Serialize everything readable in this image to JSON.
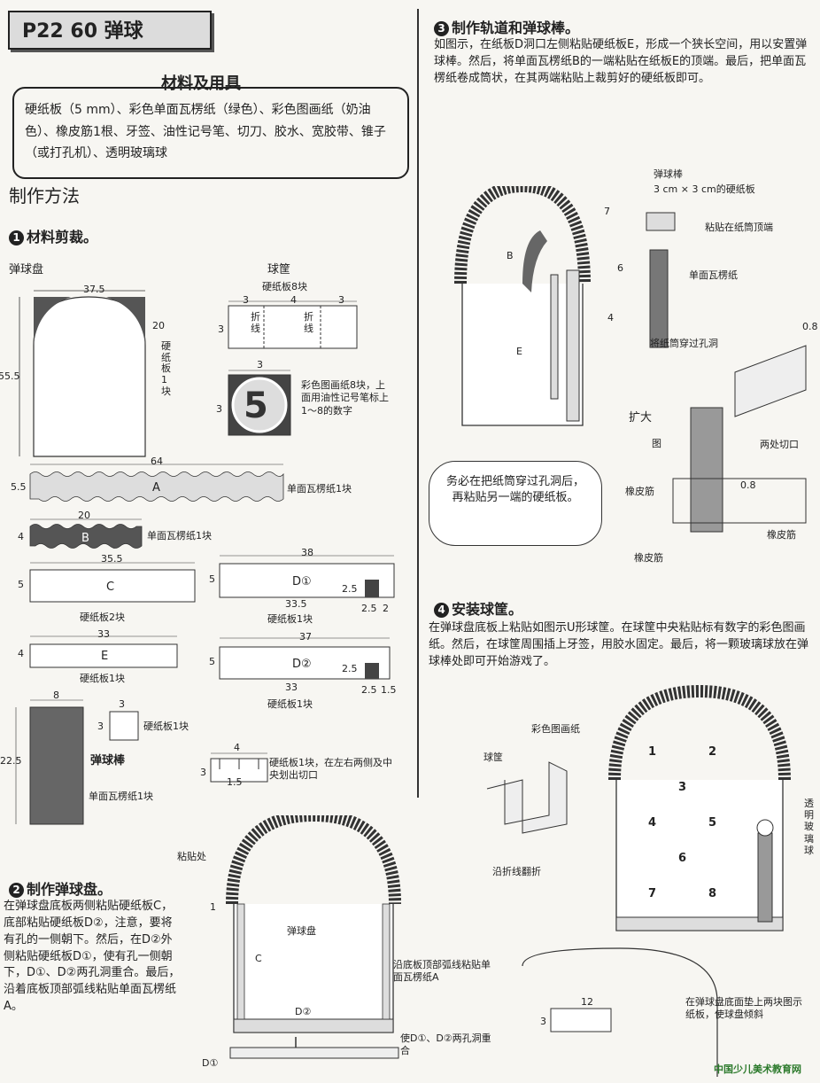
{
  "header": {
    "title": "P22 60 弹球"
  },
  "materials": {
    "heading": "材料及用具",
    "text": "硬纸板（5 mm）、彩色单面瓦楞纸（绿色）、彩色图画纸（奶油色）、橡皮筋1根、牙签、油性记号笔、切刀、胶水、宽胶带、锥子（或打孔机）、透明玻璃球"
  },
  "method_heading": "制作方法",
  "step1": {
    "num": "1",
    "title": "材料剪裁。",
    "board_label": "弹球盘",
    "board_w": "37.5",
    "board_corner": "20",
    "board_h": "55.5",
    "board_note": "硬纸板1块",
    "basket_label": "球筐",
    "basket_note": "硬纸板8块",
    "basket_dims": [
      "3",
      "4",
      "3"
    ],
    "basket_h": "3",
    "basket_fold": "折线",
    "tile_top": "3",
    "tile_side": "3",
    "tile_digit": "5",
    "tile_note": "彩色图画纸8块，上面用油性记号笔标上1～8的数字",
    "a_w": "64",
    "a_h": "5.5",
    "a_letter": "A",
    "a_note": "单面瓦楞纸1块",
    "b_w": "20",
    "b_h": "4",
    "b_letter": "B",
    "b_note": "单面瓦楞纸1块",
    "c_w": "35.5",
    "c_h": "5",
    "c_letter": "C",
    "c_note": "硬纸板2块",
    "d1_w": "38",
    "d1_h": "5",
    "d1_letter": "D①",
    "d1_bottom": "33.5",
    "d1_hole": "2.5",
    "d1_gap1": "2.5",
    "d1_gap2": "2",
    "d1_note": "硬纸板1块",
    "e_w": "33",
    "e_h": "4",
    "e_letter": "E",
    "e_note": "硬纸板1块",
    "d2_w": "37",
    "d2_h": "5",
    "d2_letter": "D②",
    "d2_bottom": "33",
    "d2_hole": "2.5",
    "d2_gap1": "2.5",
    "d2_gap2": "1.5",
    "d2_note": "硬纸板1块",
    "rod_w": "8",
    "rod_h": "22.5",
    "rod_label": "弹球棒",
    "rod_note": "单面瓦楞纸1块",
    "sq_top": "3",
    "sq_side": "3",
    "sq_note": "硬纸板1块",
    "notch_w": "4",
    "notch_h": "3",
    "notch_gap": "1.5",
    "notch_note": "硬纸板1块，在左右两侧及中央划出切口"
  },
  "step2": {
    "num": "2",
    "title": "制作弹球盘。",
    "text": "在弹球盘底板两侧粘贴硬纸板C，底部粘贴硬纸板D②，注意，要将有孔的一侧朝下。然后，在D②外侧粘贴硬纸板D①，使有孔一侧朝下，D①、D②两孔洞重合。最后，沿着底板顶部弧线粘贴单面瓦楞纸A。",
    "lbl_glue": "粘贴处",
    "lbl_1": "1",
    "lbl_board": "弹球盘",
    "lbl_c": "C",
    "lbl_d2": "D②",
    "lbl_d1": "D①",
    "lbl_arc": "沿底板顶部弧线粘贴单面瓦楞纸A",
    "lbl_holes": "使D①、D②两孔洞重合"
  },
  "step3": {
    "num": "3",
    "title": "制作轨道和弹球棒。",
    "text": "如图示，在纸板D洞口左侧粘贴硬纸板E，形成一个狭长空间，用以安置弹球棒。然后，将单面瓦楞纸B的一端粘贴在纸板E的顶端。最后，把单面瓦楞纸卷成筒状，在其两端粘贴上裁剪好的硬纸板即可。",
    "lbl_7": "7",
    "lbl_6": "6",
    "lbl_4": "4",
    "lbl_b": "B",
    "lbl_e": "E",
    "rod_title": "弹球棒",
    "rod_sub": "3 cm × 3 cm的硬纸板",
    "rod_top": "粘贴在纸筒顶端",
    "rod_body": "单面瓦楞纸",
    "rod_through": "将纸筒穿过孔洞",
    "zoom": "扩大",
    "fig": "图",
    "two_cuts": "两处切口",
    "v08a": "0.8",
    "v08b": "0.8",
    "rubber1": "橡皮筋",
    "rubber2": "橡皮筋",
    "rubber3": "橡皮筋",
    "callout": "务必在把纸筒穿过孔洞后，再粘贴另一端的硬纸板。"
  },
  "step4": {
    "num": "4",
    "title": "安装球筐。",
    "text": "在弹球盘底板上粘贴如图示U形球筐。在球筐中央粘贴标有数字的彩色图画纸。然后，在球筐周围插上牙签，用胶水固定。最后，将一颗玻璃球放在弹球棒处即可开始游戏了。",
    "lbl_paper": "彩色图画纸",
    "lbl_basket": "球筐",
    "lbl_fold": "沿折线翻折",
    "lbl_glass": "透明玻璃球",
    "numbers": [
      "1",
      "2",
      "3",
      "4",
      "5",
      "6",
      "7",
      "8"
    ],
    "tilt_w": "12",
    "tilt_h": "3",
    "tilt_note": "在弹球盘底面垫上两块图示纸板，使球盘倾斜"
  },
  "watermark": "中国少儿美术教育网"
}
